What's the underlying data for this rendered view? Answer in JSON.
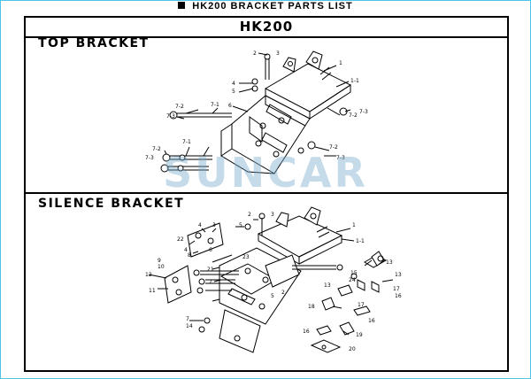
{
  "document": {
    "title": "HK200 BRACKET PARTS LIST",
    "model": "HK200"
  },
  "sections": [
    {
      "label": "TOP BRACKET",
      "callouts": [
        "1",
        "1-1",
        "2",
        "3",
        "4",
        "5",
        "6",
        "7-1",
        "7-2",
        "7-3"
      ]
    },
    {
      "label": "SILENCE BRACKET",
      "callouts": [
        "1",
        "1-1",
        "2",
        "3",
        "4",
        "5",
        "6",
        "7",
        "8",
        "9",
        "10",
        "11",
        "12",
        "13",
        "14",
        "15",
        "16",
        "17",
        "18",
        "19",
        "20",
        "21",
        "22",
        "23",
        "24"
      ]
    }
  ],
  "watermark": "SUNCAR",
  "colors": {
    "frame": "#4fc3e6",
    "ink": "#000000",
    "watermark": "#78aacd"
  }
}
